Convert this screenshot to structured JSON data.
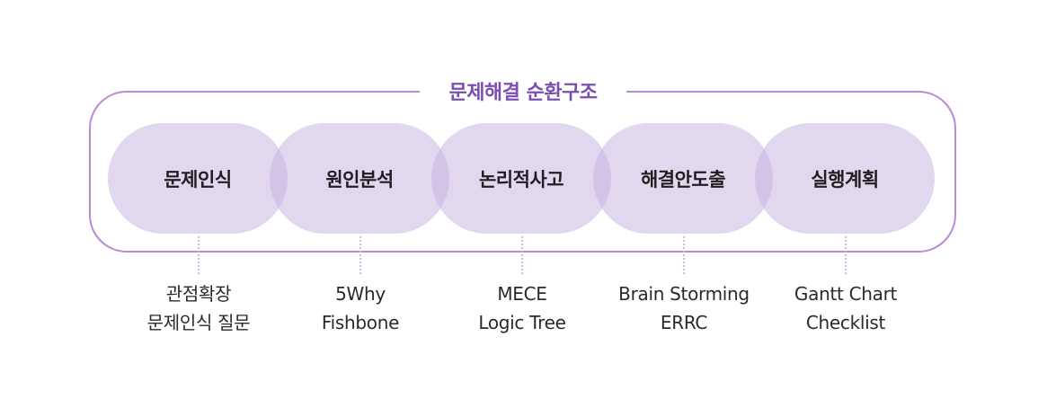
{
  "diagram": {
    "title": "문제해결 순환구조",
    "colors": {
      "frame_border": "#b98bd3",
      "title": "#7a4fb0",
      "pill_fill": "#e2d8ef",
      "pill_overlap": "#cbb8e1",
      "connector": "#d4b5e6",
      "pill_text": "#1f1f1f",
      "tool_text": "#2a2a2a"
    },
    "stages": [
      {
        "label": "문제인식",
        "tools": [
          "관점확장",
          "문제인식 질문"
        ]
      },
      {
        "label": "원인분석",
        "tools": [
          "5Why",
          "Fishbone"
        ]
      },
      {
        "label": "논리적사고",
        "tools": [
          "MECE",
          "Logic Tree"
        ]
      },
      {
        "label": "해결안도출",
        "tools": [
          "Brain Storming",
          "ERRC"
        ]
      },
      {
        "label": "실행계획",
        "tools": [
          "Gantt Chart",
          "Checklist"
        ]
      }
    ]
  }
}
